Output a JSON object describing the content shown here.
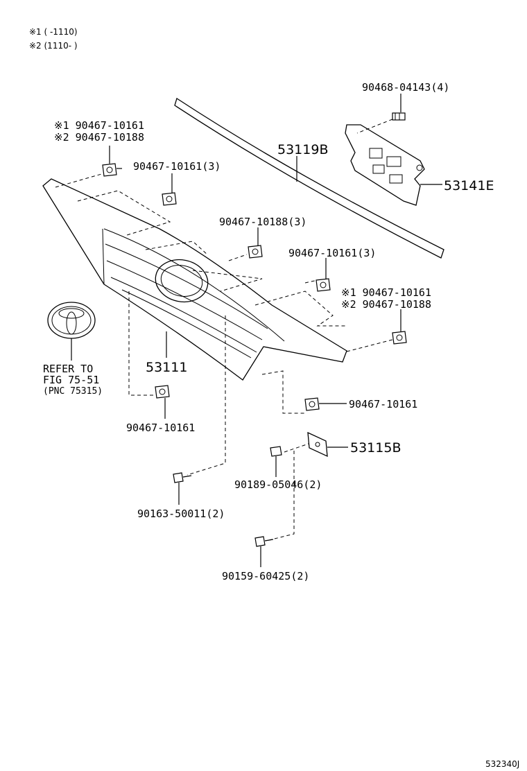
{
  "notes": {
    "note1": "※1 (       -1110)",
    "note2": "※2 (1110-       )"
  },
  "parts": {
    "p_90468_04143": "90468-04143(4)",
    "p_53119B": "53119B",
    "p_53141E": "53141E",
    "p_clip_tl_1": "※1 90467-10161",
    "p_clip_tl_2": "※2 90467-10188",
    "p_90467_10161_3a": "90467-10161(3)",
    "p_90467_10188_3": "90467-10188(3)",
    "p_90467_10161_3b": "90467-10161(3)",
    "p_clip_r_1": "※1 90467-10161",
    "p_clip_r_2": "※2 90467-10188",
    "p_53111": "53111",
    "p_90467_10161_bl": "90467-10161",
    "p_90467_10161_r": "90467-10161",
    "p_53115B": "53115B",
    "p_90189_05046": "90189-05046(2)",
    "p_90163_50011": "90163-50011(2)",
    "p_90159_60425": "90159-60425(2)"
  },
  "refer": {
    "line1": "REFER TO",
    "line2": "FIG 75-51",
    "line3": "(PNC 75315)"
  },
  "figure_code": "532340J"
}
